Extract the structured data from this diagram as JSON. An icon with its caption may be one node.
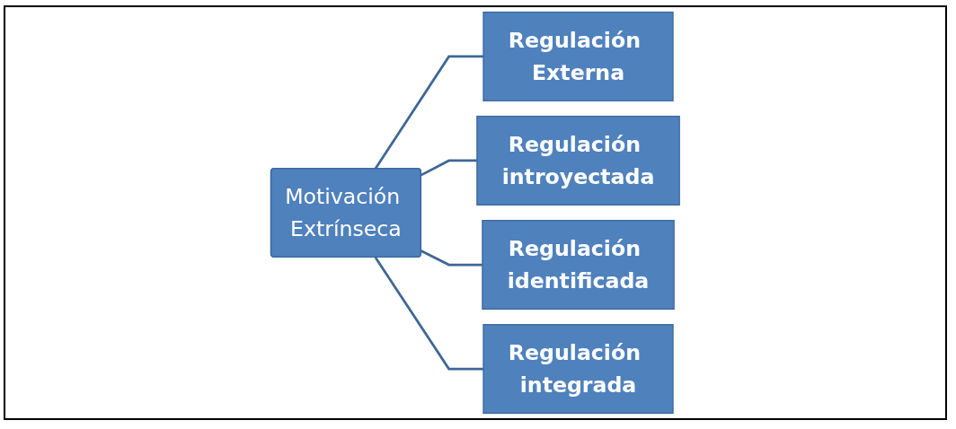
{
  "diagram": {
    "nodes": [
      {
        "text": [
          "Motivación Extrínseca"
        ]
      },
      {
        "text": [
          "Regulación Externa"
        ]
      },
      {
        "text": [
          "Regulación introyectada"
        ]
      },
      {
        "text": [
          "Regulación identificada"
        ]
      },
      {
        "text": [
          "Regulación integrada"
        ]
      }
    ],
    "edges": [
      {
        "from": 0,
        "to": 1,
        "arrow": "none"
      },
      {
        "from": 0,
        "to": 2,
        "arrow": "none"
      },
      {
        "from": 0,
        "to": 3,
        "arrow": "none"
      },
      {
        "from": 0,
        "to": 4,
        "arrow": "none"
      }
    ]
  }
}
